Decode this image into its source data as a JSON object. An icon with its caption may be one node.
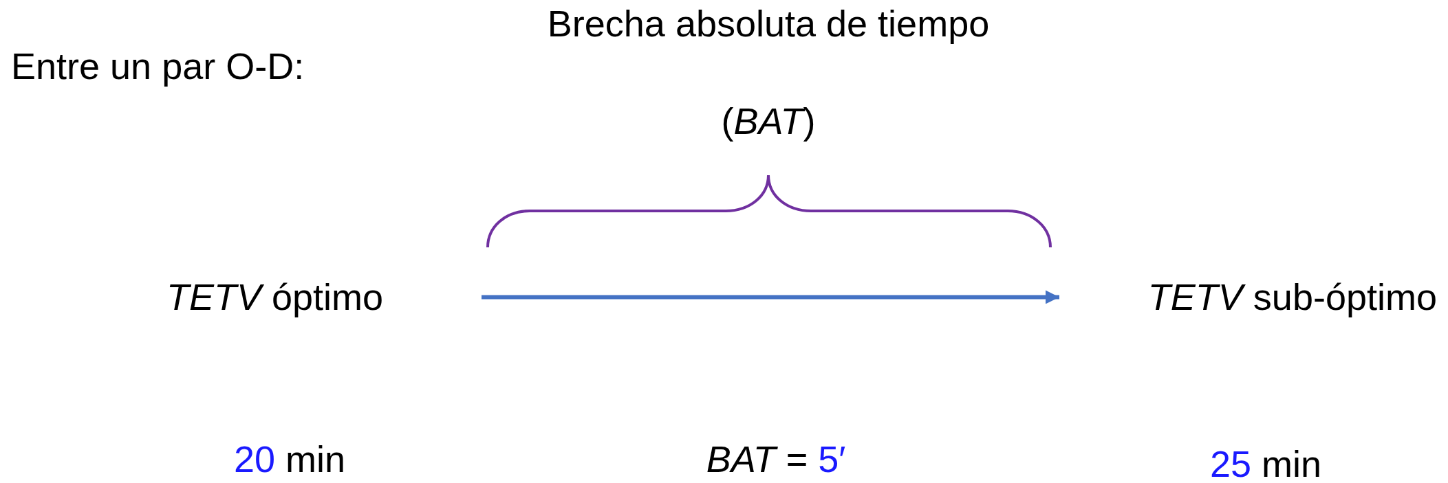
{
  "diagram": {
    "nodes": [
      {
        "text": [
          "*TETV* óptimo"
        ]
      },
      {
        "text": [
          "*TETV* sub-óptimo"
        ]
      }
    ],
    "edges": [
      {
        "from": 0,
        "to": 1,
        "arrow": "to"
      }
    ],
    "labels": [
      "Entre un par O-D:",
      "Brecha absoluta de tiempo",
      "(*BAT*)",
      "20 min",
      "*BAT* = 5′",
      "25 min"
    ]
  }
}
